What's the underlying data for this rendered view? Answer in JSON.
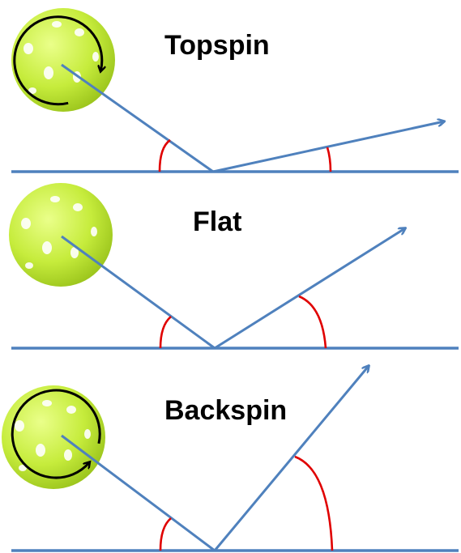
{
  "panels": [
    {
      "label": "Topspin",
      "spin": "topspin"
    },
    {
      "label": "Flat",
      "spin": "none"
    },
    {
      "label": "Backspin",
      "spin": "backspin"
    }
  ],
  "colors": {
    "line": "#4f81bd",
    "angle_arc": "#e00000",
    "ball": "#c6ec3c",
    "ball_dark": "#9ac41a",
    "ball_hole": "#ffffff",
    "spin_arrow": "#000000"
  }
}
